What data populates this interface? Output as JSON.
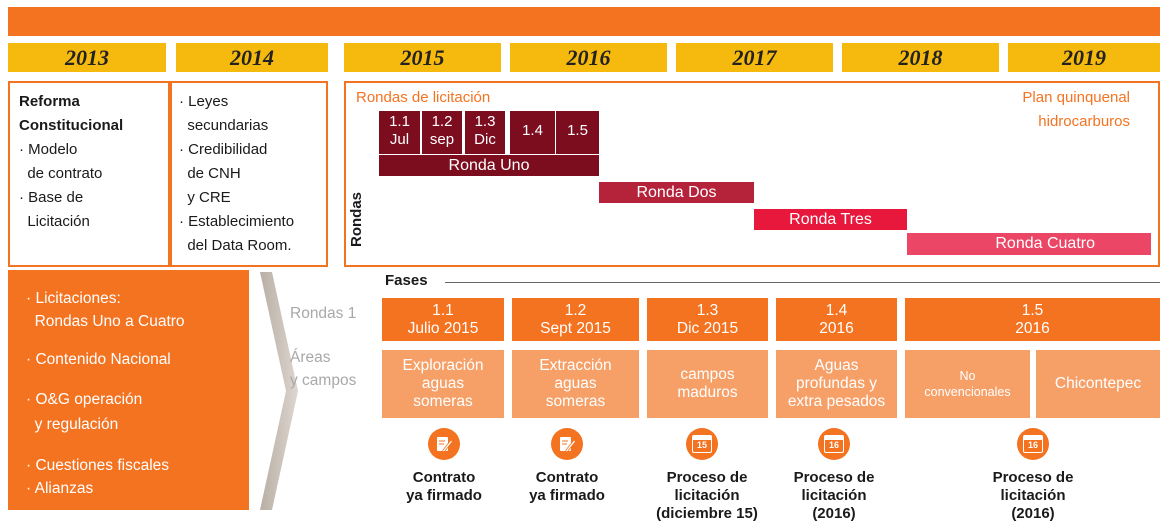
{
  "years": [
    "2013",
    "2014",
    "2015",
    "2016",
    "2017",
    "2018",
    "2019"
  ],
  "box_2013": {
    "title_lines": [
      "Reforma",
      "Constitucional"
    ],
    "lines": [
      "· Modelo",
      "  de contrato",
      "· Base de",
      "  Licitación"
    ]
  },
  "box_2014": {
    "lines": [
      "· Leyes",
      "  secundarias",
      "· Credibilidad",
      "  de CNH",
      "  y CRE",
      "· Establecimiento",
      "  del Data Room."
    ]
  },
  "rondas_box": {
    "title": "Rondas de licitación",
    "plan_lines": [
      "Plan quinquenal",
      "hidrocarburos"
    ],
    "axis_label": "Rondas",
    "sub_rounds": [
      {
        "top": "1.1",
        "bottom": "Jul"
      },
      {
        "top": "1.2",
        "bottom": "sep"
      },
      {
        "top": "1.3",
        "bottom": "Dic"
      },
      {
        "top": "1.4",
        "bottom": ""
      },
      {
        "top": "1.5",
        "bottom": ""
      }
    ],
    "bands": [
      {
        "label": "Ronda Uno",
        "color": "#7c0d1f"
      },
      {
        "label": "Ronda Dos",
        "color": "#b5233b"
      },
      {
        "label": "Ronda Tres",
        "color": "#e8173c"
      },
      {
        "label": "Ronda Cuatro",
        "color": "#ec4666"
      }
    ]
  },
  "left_panel": {
    "items": [
      "· Licitaciones:",
      "  Rondas Uno a Cuatro",
      "· Contenido Nacional",
      "· O&G operación",
      "  y regulación",
      "· Cuestiones fiscales",
      "· Alianzas"
    ]
  },
  "fases": {
    "title": "Fases",
    "row_label": "Rondas 1",
    "areas_label_lines": [
      "Áreas",
      "y campos"
    ],
    "items": [
      {
        "line1": "1.1",
        "line2": "Julio 2015"
      },
      {
        "line1": "1.2",
        "line2": "Sept 2015"
      },
      {
        "line1": "1.3",
        "line2": "Dic 2015"
      },
      {
        "line1": "1.4",
        "line2": "2016"
      },
      {
        "line1": "1.5",
        "line2": "2016"
      }
    ],
    "areas": [
      [
        "Exploración",
        "aguas",
        "someras"
      ],
      [
        "Extracción",
        "aguas",
        "someras"
      ],
      [
        "campos",
        "maduros"
      ],
      [
        "Aguas",
        "profundas y",
        "extra pesados"
      ],
      [
        "No",
        "convencionales"
      ],
      [
        "Chicontepec"
      ]
    ],
    "status": [
      {
        "icon": "pen-paper-icon",
        "lines": [
          "Contrato",
          "ya firmado"
        ]
      },
      {
        "icon": "pen-paper-icon",
        "lines": [
          "Contrato",
          "ya firmado"
        ]
      },
      {
        "icon": "calendar-15-icon",
        "day": "15",
        "lines": [
          "Proceso de",
          "licitación",
          "(diciembre 15)"
        ]
      },
      {
        "icon": "calendar-16-icon",
        "day": "16",
        "lines": [
          "Proceso de",
          "licitación",
          "(2016)"
        ]
      },
      {
        "icon": "calendar-16-icon",
        "day": "16",
        "lines": [
          "Proceso de",
          "licitación",
          "(2016)"
        ]
      }
    ]
  }
}
